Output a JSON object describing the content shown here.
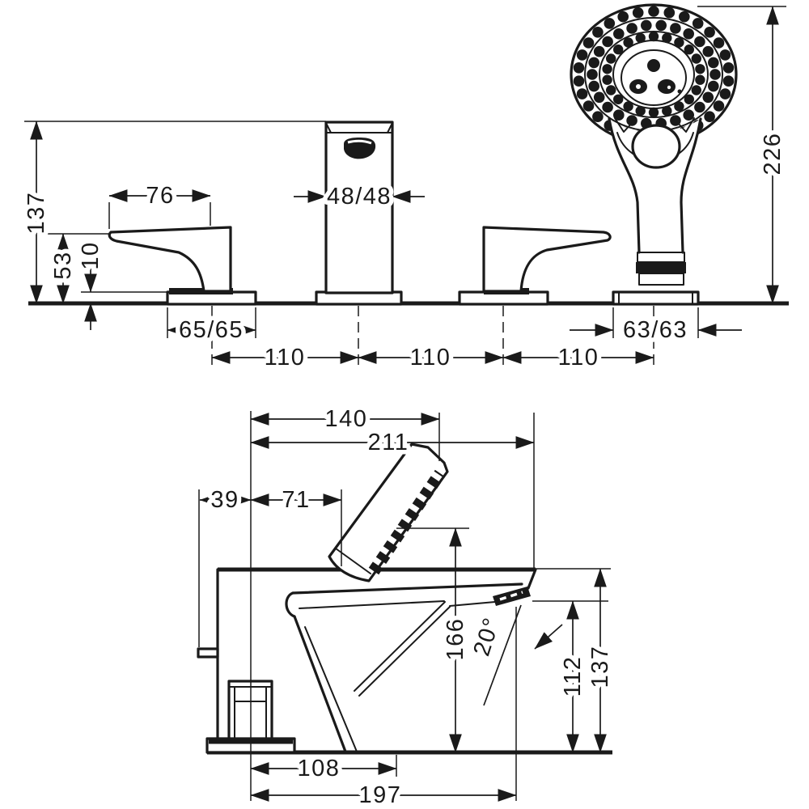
{
  "colors": {
    "line": "#1a1a1a",
    "background": "#ffffff"
  },
  "front_view": {
    "dims": {
      "height_137": "137",
      "height_53": "53",
      "height_10": "10",
      "width_76": "76",
      "width_48": "48/48",
      "width_65": "65/65",
      "pitch_110_a": "110",
      "pitch_110_b": "110",
      "pitch_110_c": "110",
      "width_63": "63/63",
      "height_226": "226"
    }
  },
  "side_view": {
    "dims": {
      "width_140": "140",
      "width_211": "211",
      "width_39": "39",
      "width_71": "71",
      "height_166": "166",
      "angle_20": "20°",
      "height_112": "112",
      "height_137": "137",
      "width_108": "108",
      "width_197": "197"
    }
  }
}
